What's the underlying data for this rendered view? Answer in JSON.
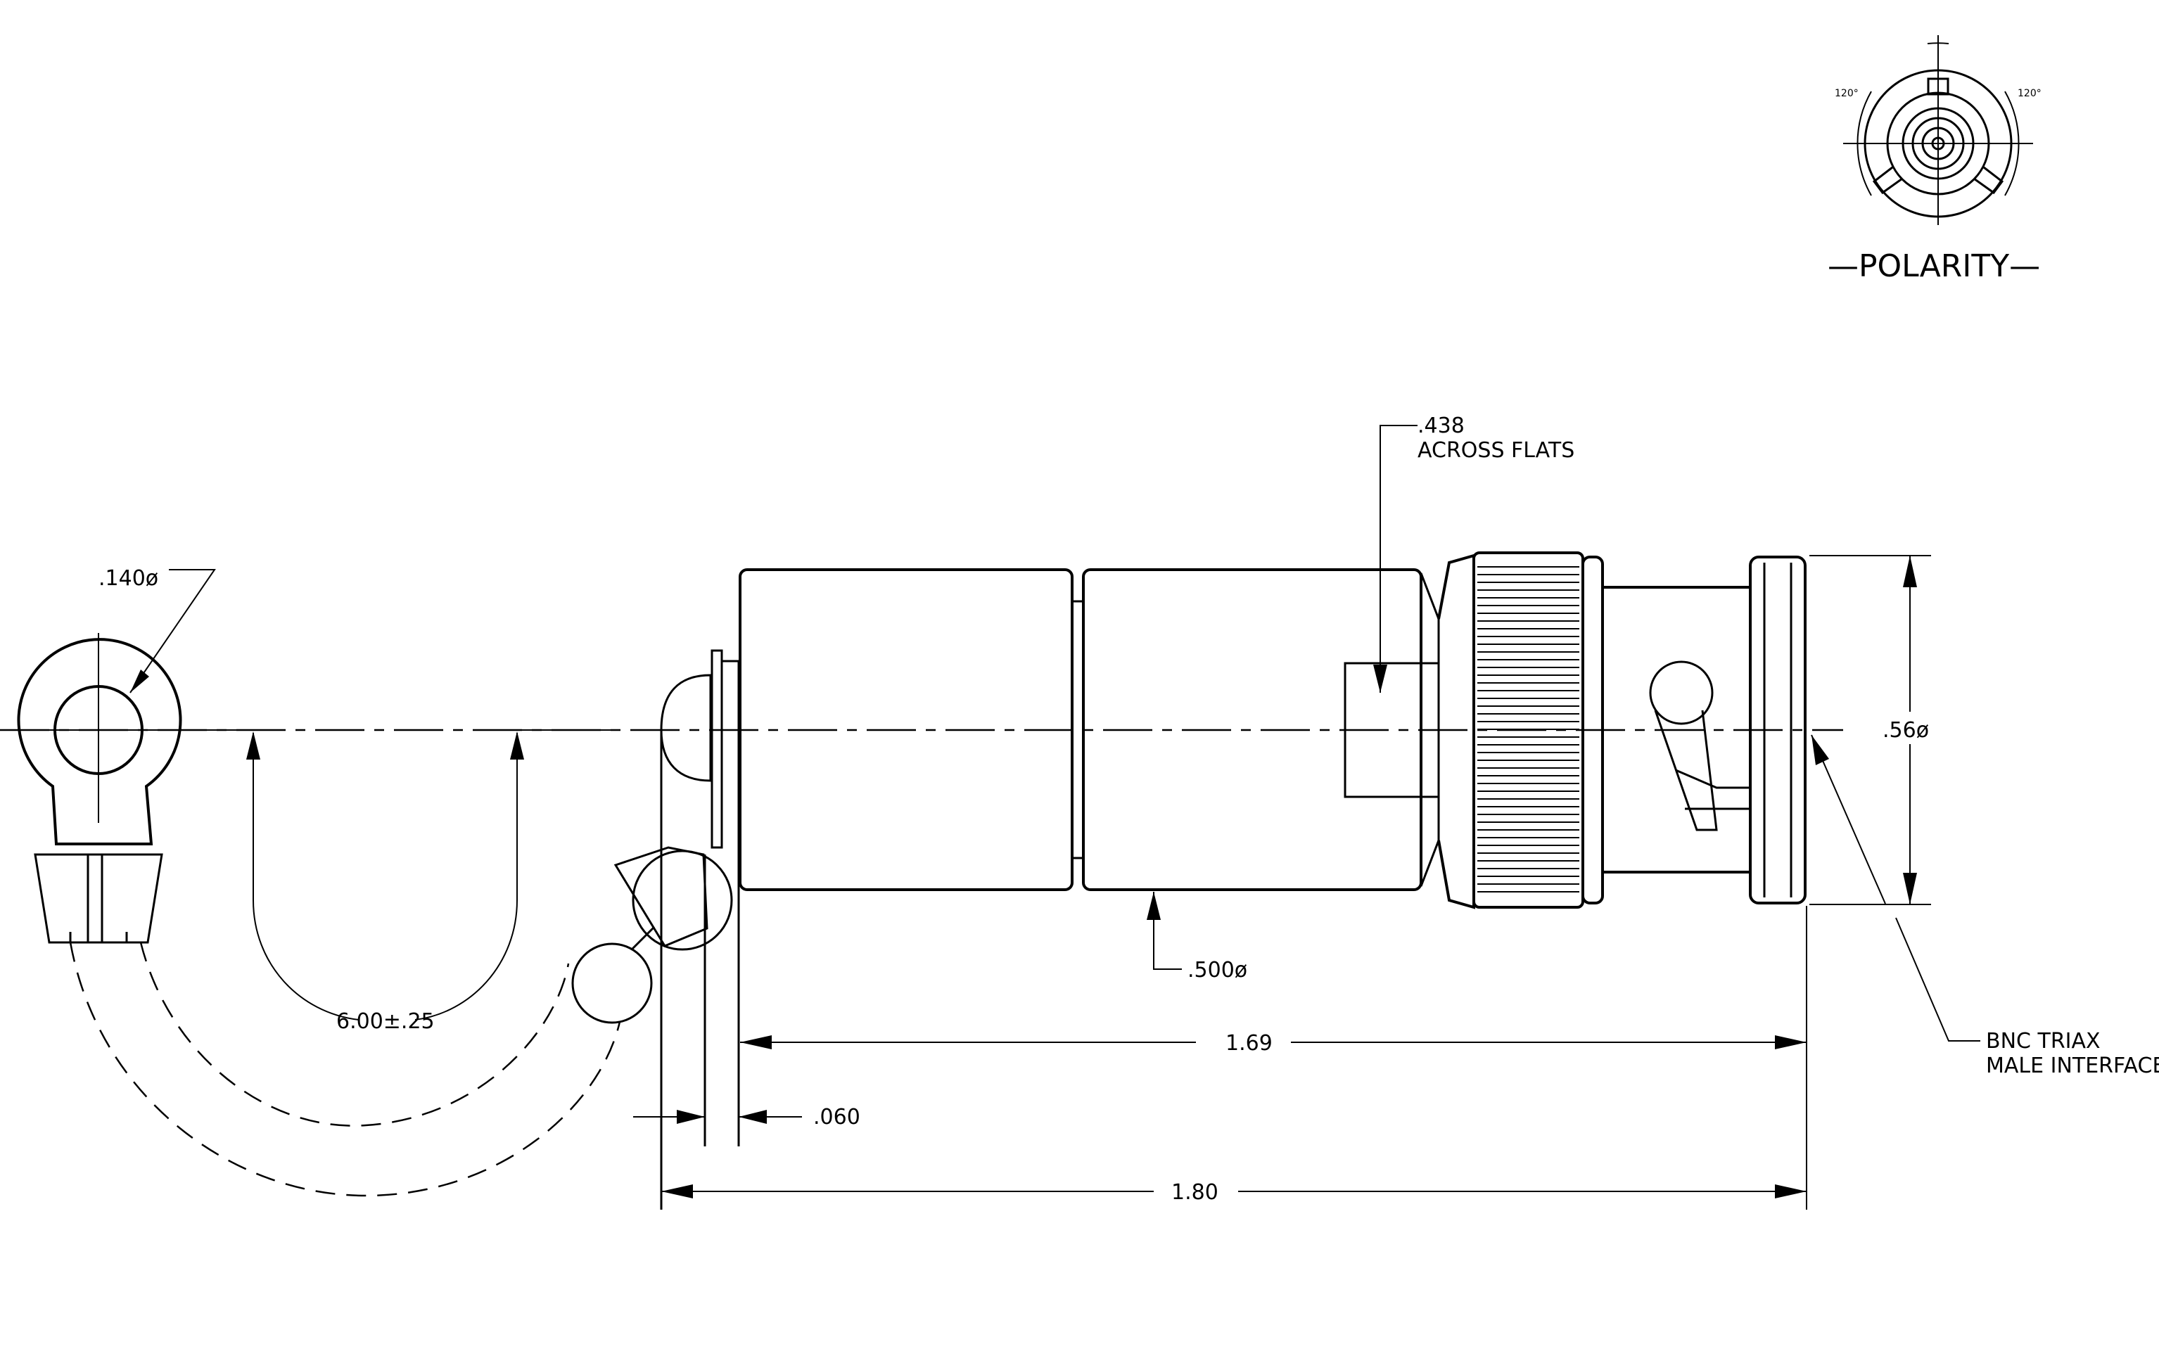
{
  "polarity": {
    "label": "—POLARITY—",
    "angle_left": "120°",
    "angle_right": "120°"
  },
  "dimensions": {
    "hole_dia": ".140ø",
    "flats_value": ".438",
    "flats_text": "ACROSS FLATS",
    "body_dia": ".500ø",
    "overall_dia": ".56ø",
    "cable_length": "6.00±.25",
    "thickness": ".060",
    "length_1": "1.69",
    "length_2": "1.80"
  },
  "callout": {
    "line1": "BNC TRIAX",
    "line2": "MALE INTERFACE"
  }
}
